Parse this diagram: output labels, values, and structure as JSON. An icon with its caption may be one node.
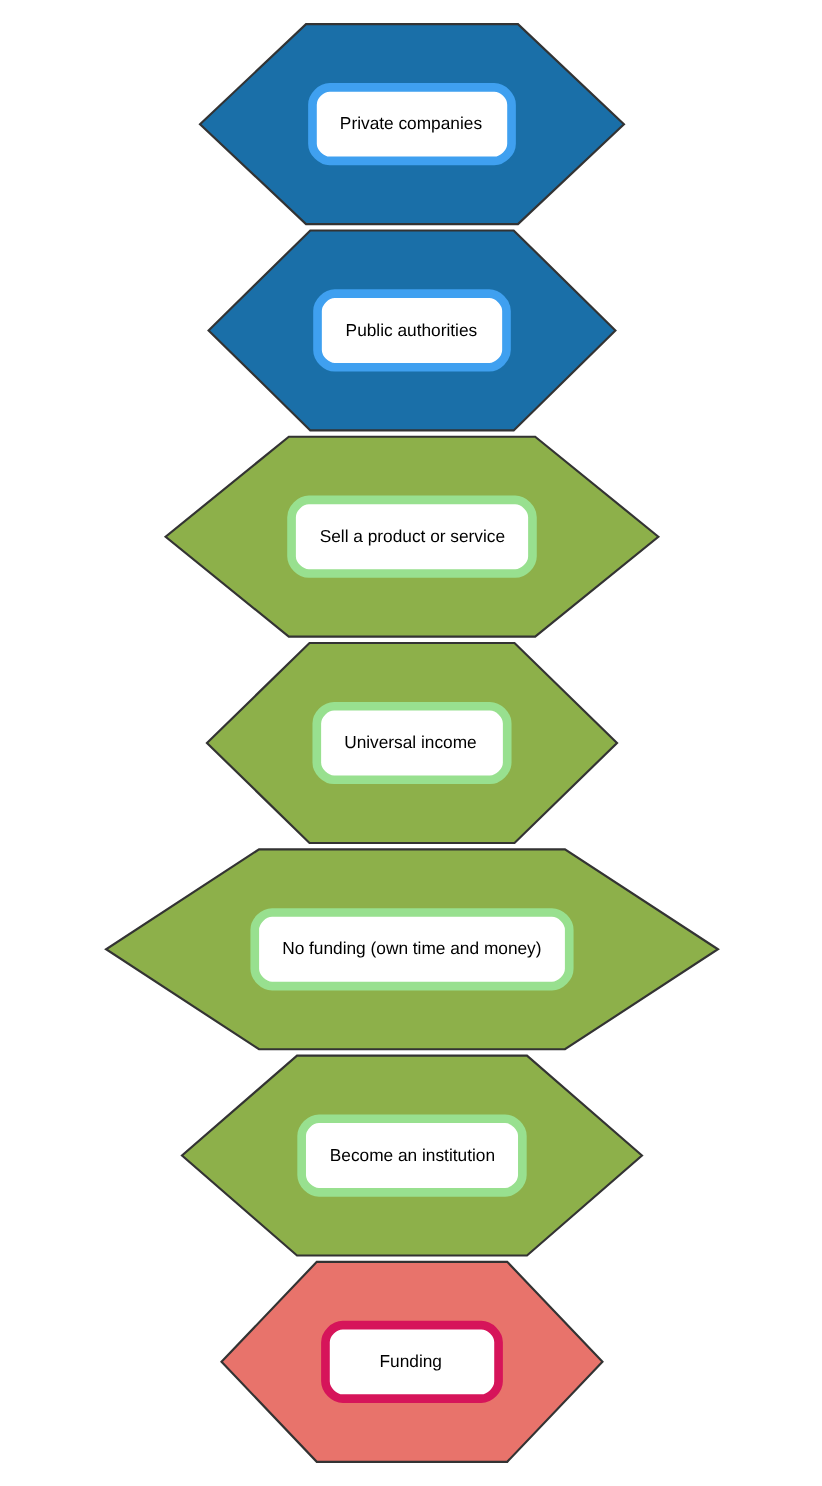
{
  "diagram": {
    "nodes": [
      {
        "text": [
          "Funding"
        ]
      },
      {
        "text": [
          "Become an institution"
        ]
      },
      {
        "text": [
          "No funding (own time and money)"
        ]
      },
      {
        "text": [
          "Universal income"
        ]
      },
      {
        "text": [
          "Sell a product or service"
        ]
      },
      {
        "text": [
          "Public authorities"
        ]
      },
      {
        "text": [
          "Private companies"
        ]
      }
    ]
  }
}
